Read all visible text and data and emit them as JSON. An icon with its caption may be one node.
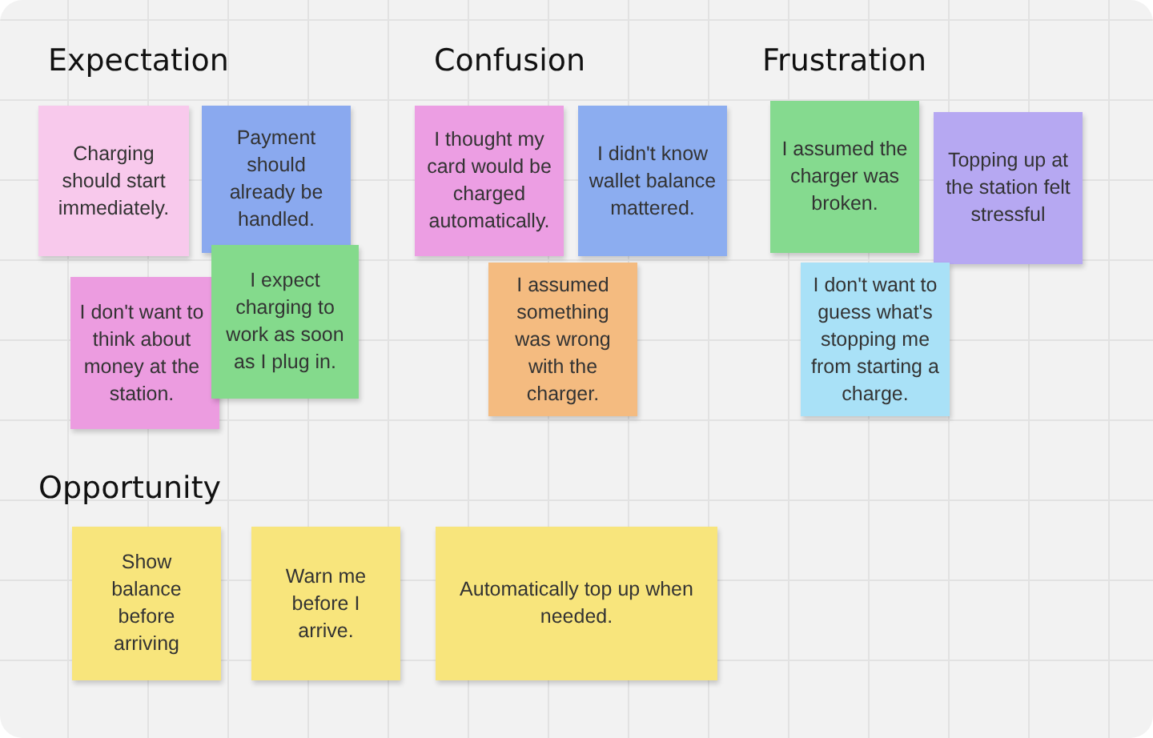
{
  "diagram": {
    "nodes": [
      {
        "text": [
          "Charging should start immediately."
        ]
      },
      {
        "text": [
          "Payment should already be handled."
        ]
      },
      {
        "text": [
          "I don't want to think about money at the station."
        ]
      },
      {
        "text": [
          "I expect charging to work as soon as I plug in."
        ]
      },
      {
        "text": [
          "I thought my card would be charged automatically."
        ]
      },
      {
        "text": [
          "I didn't know wallet balance mattered."
        ]
      },
      {
        "text": [
          "I assumed something was wrong with the charger."
        ]
      },
      {
        "text": [
          "I assumed the charger was broken."
        ]
      },
      {
        "text": [
          "Topping up at the station felt stressful"
        ]
      },
      {
        "text": [
          "I don't want to guess what's stopping me from starting a charge."
        ]
      },
      {
        "text": [
          "Show balance before arriving"
        ]
      },
      {
        "text": [
          "Warn me before I arrive."
        ]
      },
      {
        "text": [
          "Automatically top up when needed."
        ]
      }
    ],
    "labels": [
      "Expectation",
      "Confusion",
      "Frustration",
      "Opportunity"
    ]
  }
}
